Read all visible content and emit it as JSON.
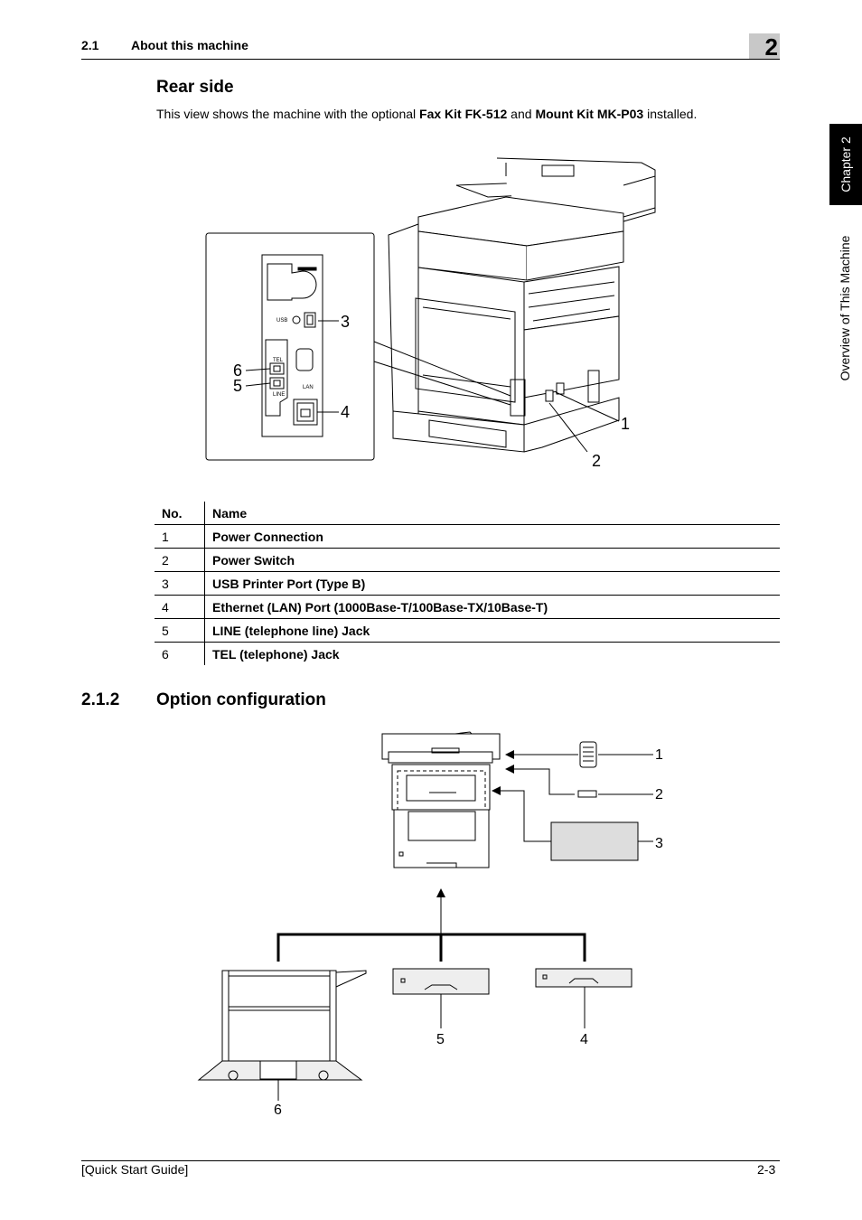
{
  "header": {
    "section_number": "2.1",
    "section_title": "About this machine",
    "chapter_number": "2"
  },
  "side_tab": {
    "chapter": "Chapter 2",
    "overview": "Overview of This Machine"
  },
  "rear_side": {
    "title": "Rear side",
    "intro_prefix": "This view shows the machine with the optional ",
    "intro_kit1": "Fax Kit FK-512",
    "intro_mid": " and ",
    "intro_kit2": "Mount Kit MK-P03",
    "intro_suffix": " installed."
  },
  "rear_figure": {
    "small_labels": {
      "usb": "USB",
      "tel": "TEL",
      "line": "LINE",
      "lan": "LAN"
    },
    "callouts": {
      "c1": "1",
      "c2": "2",
      "c3": "3",
      "c4": "4",
      "c5": "5",
      "c6": "6"
    }
  },
  "parts_table": {
    "headers": {
      "no": "No.",
      "name": "Name"
    },
    "rows": [
      {
        "no": "1",
        "name": "Power Connection"
      },
      {
        "no": "2",
        "name": "Power Switch"
      },
      {
        "no": "3",
        "name": "USB Printer Port (Type B)"
      },
      {
        "no": "4",
        "name": "Ethernet (LAN) Port (1000Base-T/100Base-TX/10Base-T)"
      },
      {
        "no": "5",
        "name": "LINE (telephone line) Jack"
      },
      {
        "no": "6",
        "name": "TEL (telephone) Jack"
      }
    ]
  },
  "option_section": {
    "number": "2.1.2",
    "title": "Option configuration"
  },
  "option_figure": {
    "callouts": {
      "c1": "1",
      "c2": "2",
      "c3": "3",
      "c4": "4",
      "c5": "5",
      "c6": "6"
    }
  },
  "footer": {
    "guide": "[Quick Start Guide]",
    "page": "2-3"
  }
}
